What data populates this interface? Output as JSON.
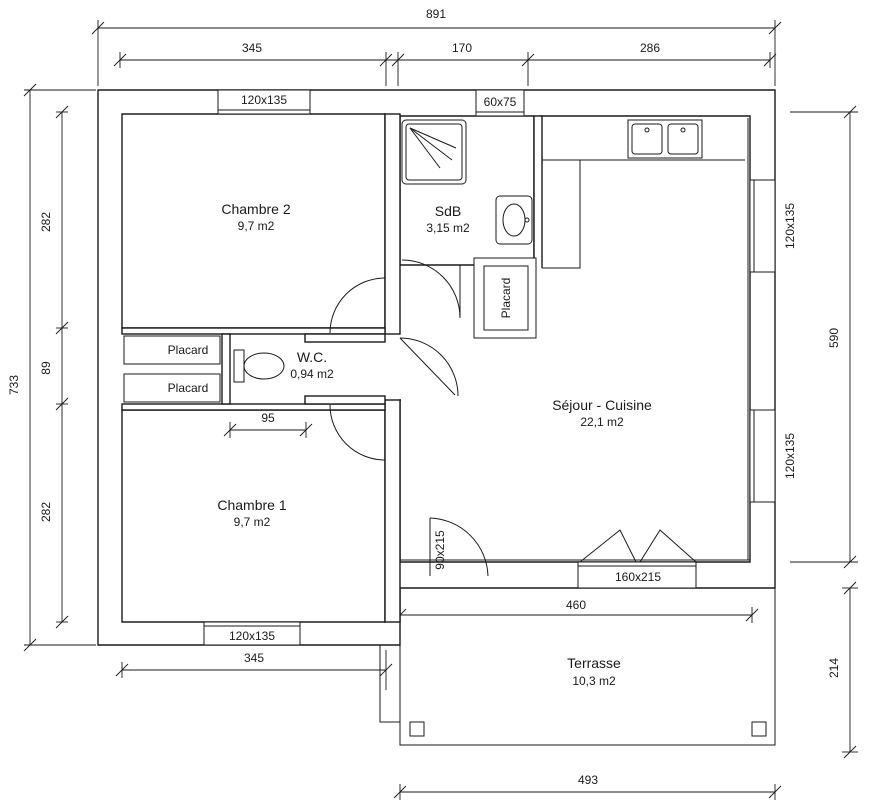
{
  "dimensions": {
    "total_width": "891",
    "top_chambre": "345",
    "top_sdb": "170",
    "top_sejour": "286",
    "left_total": "733",
    "left_chambre2": "282",
    "left_placards": "89",
    "left_chambre1": "282",
    "right_sejour": "590",
    "right_terrasse": "214",
    "bottom_chambre": "345",
    "terrasse_width": "460",
    "bottom_total": "493",
    "wc_width": "95"
  },
  "rooms": {
    "chambre2": {
      "name": "Chambre 2",
      "area": "9,7 m2"
    },
    "chambre1": {
      "name": "Chambre 1",
      "area": "9,7 m2"
    },
    "sdb": {
      "name": "SdB",
      "area": "3,15 m2"
    },
    "wc": {
      "name": "W.C.",
      "area": "0,94 m2"
    },
    "sejour": {
      "name": "Séjour - Cuisine",
      "area": "22,1 m2"
    },
    "terrasse": {
      "name": "Terrasse",
      "area": "10,3 m2"
    }
  },
  "storage": {
    "placard_1": "Placard",
    "placard_2": "Placard",
    "placard_3": "Placard"
  },
  "openings": {
    "window_chambre2": "120x135",
    "window_sdb": "60x75",
    "window_sejour_top": "120x135",
    "window_sejour_bottom": "120x135",
    "window_chambre1": "120x135",
    "door_entry": "90x215",
    "door_patio": "160x215"
  }
}
